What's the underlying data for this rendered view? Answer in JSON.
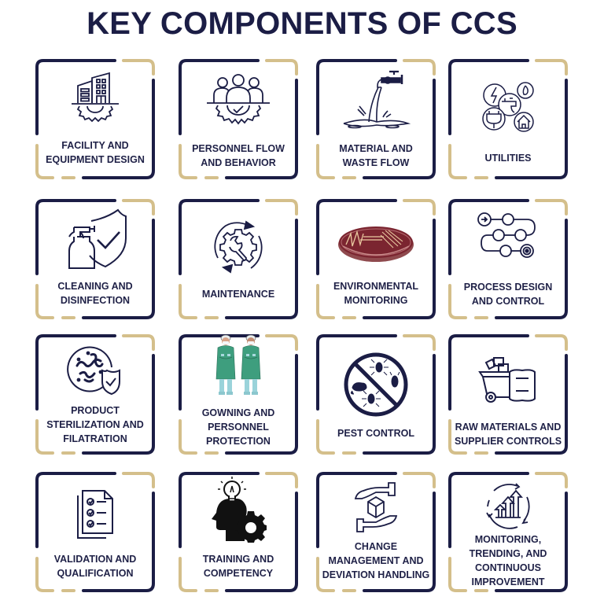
{
  "title": "KEY COMPONENTS OF CCS",
  "colors": {
    "navy": "#1b1d45",
    "gold": "#d4bf8b",
    "text": "#1f2147"
  },
  "cards": [
    {
      "label": "FACILITY AND\nEQUIPMENT DESIGN",
      "icon": "building-gear-icon"
    },
    {
      "label": "PERSONNEL FLOW\nAND BEHAVIOR",
      "icon": "people-gear-icon"
    },
    {
      "label": "MATERIAL AND\nWASTE FLOW",
      "icon": "faucet-flow-icon"
    },
    {
      "label": "UTILITIES",
      "icon": "utilities-icon"
    },
    {
      "label": "CLEANING AND\nDISINFECTION",
      "icon": "spray-shield-icon"
    },
    {
      "label": "MAINTENANCE",
      "icon": "wrench-gear-cycle-icon"
    },
    {
      "label": "ENVIRONMENTAL\nMONITORING",
      "icon": "petri-dish-icon"
    },
    {
      "label": "PROCESS DESIGN\nAND CONTROL",
      "icon": "process-flow-icon"
    },
    {
      "label": "PRODUCT\nSTERILIZATION AND\nFILATRATION",
      "icon": "bacteria-shield-icon"
    },
    {
      "label": "GOWNING AND\nPERSONNEL\nPROTECTION",
      "icon": "gowned-personnel-icon"
    },
    {
      "label": "PEST CONTROL",
      "icon": "no-pests-icon"
    },
    {
      "label": "RAW MATERIALS AND\nSUPPLIER CONTROLS",
      "icon": "cart-sack-icon"
    },
    {
      "label": "VALIDATION AND\nQUALIFICATION",
      "icon": "checklist-documents-icon"
    },
    {
      "label": "TRAINING AND\nCOMPETENCY",
      "icon": "head-bulb-gear-icon"
    },
    {
      "label": "CHANGE\nMANAGEMENT AND\nDEVIATION HANDLING",
      "icon": "hands-cube-icon"
    },
    {
      "label": "MONITORING,\nTRENDING, AND\nCONTINUOUS\nIMPROVEMENT",
      "icon": "trend-cycle-icon"
    }
  ]
}
